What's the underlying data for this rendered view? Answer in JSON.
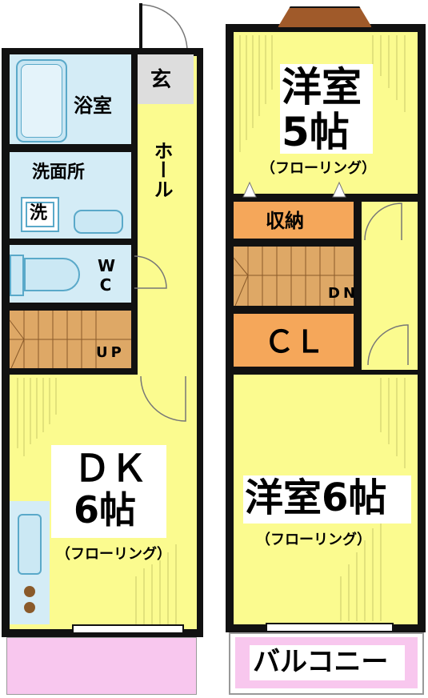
{
  "floor1": {
    "entrance": "玄",
    "bath": "浴室",
    "hall": "ホール",
    "washroom": "洗面所",
    "washer": "洗",
    "wc": "WC",
    "stairs_up": "UP",
    "dk": {
      "name": "ＤＫ",
      "size": "6帖",
      "floor": "（フローリング）"
    }
  },
  "floor2": {
    "room_top": {
      "name": "洋室",
      "size": "5帖",
      "floor": "（フローリング）"
    },
    "storage": "収納",
    "stairs_down": "DN",
    "closet": "ＣＬ",
    "room_bottom": {
      "name": "洋室6帖",
      "floor": "（フローリング）"
    },
    "balcony": "バルコニー"
  },
  "colors": {
    "wall": "#111111",
    "room": "#fbfb8f",
    "wet_area": "#d4ecf6",
    "stairs": "#dea866",
    "storage": "#f5a75a",
    "balcony": "#f8c7ee"
  }
}
